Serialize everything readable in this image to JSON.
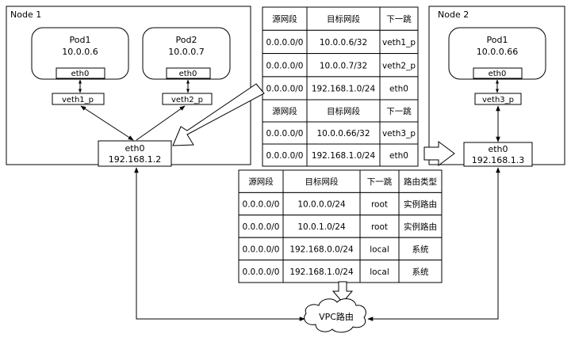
{
  "node1": {
    "title": "Node 1",
    "pod1": {
      "name": "Pod1",
      "ip": "10.0.0.6",
      "iface": "eth0",
      "veth": "veth1_p"
    },
    "pod2": {
      "name": "Pod2",
      "ip": "10.0.0.7",
      "iface": "eth0",
      "veth": "veth2_p"
    },
    "eth": {
      "name": "eth0",
      "ip": "192.168.1.2"
    }
  },
  "node2": {
    "title": "Node 2",
    "pod1": {
      "name": "Pod1",
      "ip": "10.0.0.66",
      "iface": "eth0",
      "veth": "veth3_p"
    },
    "eth": {
      "name": "eth0",
      "ip": "192.168.1.3"
    }
  },
  "table_node1": {
    "headers": [
      "源网段",
      "目标网段",
      "下一跳"
    ],
    "rows": [
      [
        "0.0.0.0/0",
        "10.0.0.6/32",
        "veth1_p"
      ],
      [
        "0.0.0.0/0",
        "10.0.0.7/32",
        "veth2_p"
      ],
      [
        "0.0.0.0/0",
        "192.168.1.0/24",
        "eth0"
      ]
    ]
  },
  "table_node2": {
    "headers": [
      "源网段",
      "目标网段",
      "下一跳"
    ],
    "rows": [
      [
        "0.0.0.0/0",
        "10.0.0.66/32",
        "veth3_p"
      ],
      [
        "0.0.0.0/0",
        "192.168.1.0/24",
        "eth0"
      ]
    ]
  },
  "table_vpc": {
    "headers": [
      "源网段",
      "目标网段",
      "下一跳",
      "路由类型"
    ],
    "rows": [
      [
        "0.0.0.0/0",
        "10.0.0.0/24",
        "root",
        "实例路由"
      ],
      [
        "0.0.0.0/0",
        "10.0.1.0/24",
        "root",
        "实例路由"
      ],
      [
        "0.0.0.0/0",
        "192.168.0.0/24",
        "local",
        "系统"
      ],
      [
        "0.0.0.0/0",
        "192.168.1.0/24",
        "local",
        "系统"
      ]
    ]
  },
  "vpc_router": {
    "label": "VPC路由"
  }
}
